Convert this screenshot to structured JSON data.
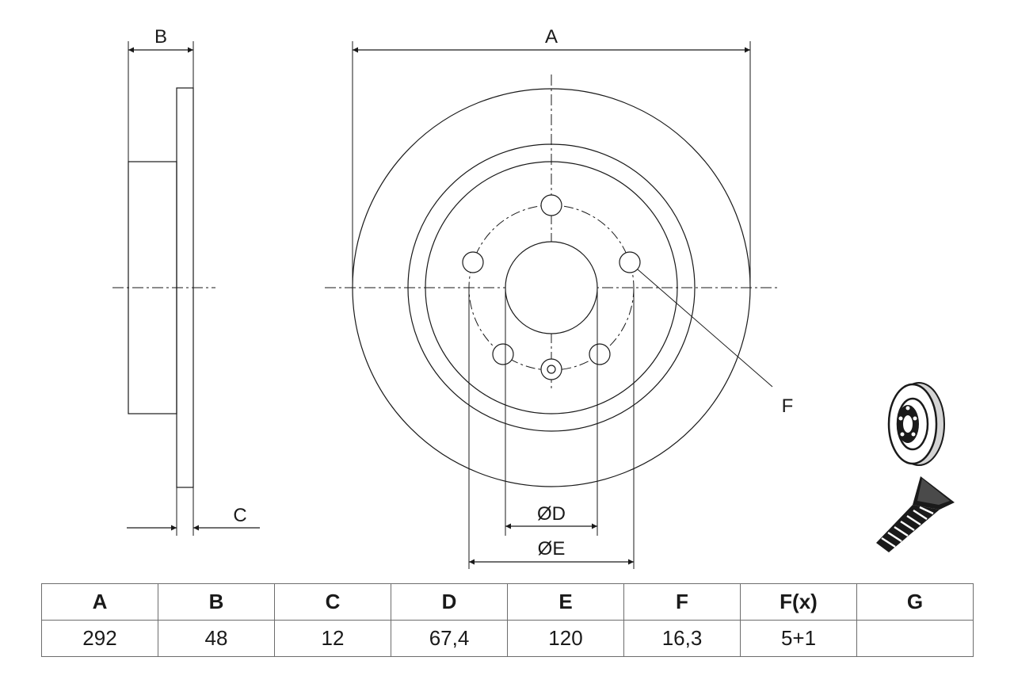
{
  "drawing": {
    "side_view": {
      "label_b": "B",
      "label_c": "C"
    },
    "front_view": {
      "label_a": "A",
      "label_d": "ØD",
      "label_e": "ØE",
      "label_f": "F"
    },
    "icons": [
      "brake-disc-icon",
      "mounting-screw-icon"
    ]
  },
  "table": {
    "headers": [
      "A",
      "B",
      "C",
      "D",
      "E",
      "F",
      "F(x)",
      "G"
    ],
    "values": [
      "292",
      "48",
      "12",
      "67,4",
      "120",
      "16,3",
      "5+1",
      ""
    ]
  }
}
